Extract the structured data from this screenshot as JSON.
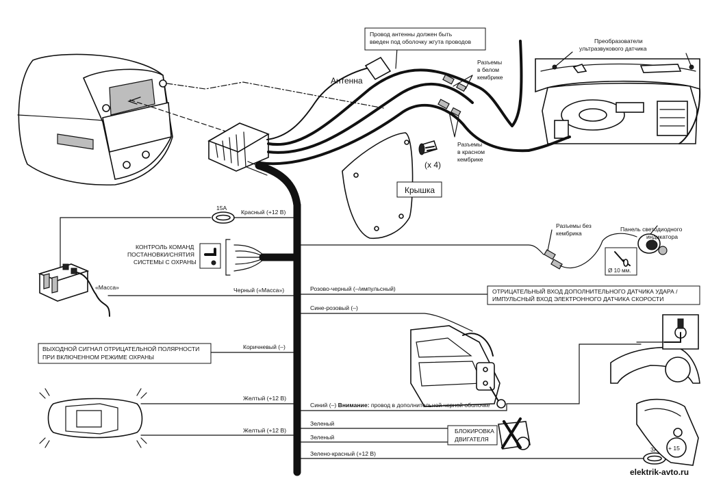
{
  "labels": {
    "antenna_note_l1": "Провод антенны должен быть",
    "antenna_note_l2": "введен под оболочку жгута проводов",
    "antenna": "Антенна",
    "white_l1": "Разъемы",
    "white_l2": "в белом",
    "white_l3": "кембрике",
    "red_l1": "Разъемы",
    "red_l2": "в красном",
    "red_l3": "кембрике",
    "ultra_l1": "Преобразователи",
    "ultra_l2": "ультразвукового датчика",
    "screws": "(x 4)",
    "cover": "Крышка",
    "fuse15": "15А",
    "red_wire": "Красный (+12 В)",
    "noshrink_l1": "Разъемы без",
    "noshrink_l2": "кембрика",
    "led_l1": "Панель светодиодного",
    "led_l2": "индикатора",
    "control_l1": "КОНТРОЛЬ КОМАНД",
    "control_l2": "ПОСТАНОВКИ/СНЯТИЯ",
    "control_l3": "СИСТЕМЫ С ОХРАНЫ",
    "mm10": "Ø 10 мм.",
    "pinkblack": "Розово-черный (–/импульсный)",
    "neg_l1": "ОТРИЦАТЕЛЬНЫЙ ВХОД ДОПОЛНИТЕЛЬНОГО ДАТЧИКА УДАРА /",
    "neg_l2": "ИМПУЛЬСНЫЙ ВХОД ЭЛЕКТРОННОГО ДАТЧИКА СКОРОСТИ",
    "mass": "«Масса»",
    "black": "Черный («Масса»)",
    "bluepink": "Сине-розовый (–)",
    "out_l1": "ВЫХОДНОЙ СИГНАЛ ОТРИЦАТЕЛЬНОЙ ПОЛЯРНОСТИ",
    "out_l2": "ПРИ ВКЛЮЧЕННОМ РЕЖИМЕ ОХРАНЫ",
    "brown": "Коричневый (–)",
    "yellow1": "Желтый (+12 В)",
    "blue_prefix": "Синий (–) ",
    "blue_attention": "Внимание:",
    "blue_rest": " провод в дополнительной черной оболочке",
    "yellow2": "Желтый (+12 В)",
    "green1": "Зеленый",
    "green2": "Зеленый",
    "block_l1": "БЛОКИРОВКА",
    "block_l2": "ДВИГАТЕЛЯ",
    "greenred": "Зелено-красный (+12 В)",
    "fuse3": "3А",
    "plus15": "+ 15",
    "watermark": "elektrik-avto.ru"
  }
}
